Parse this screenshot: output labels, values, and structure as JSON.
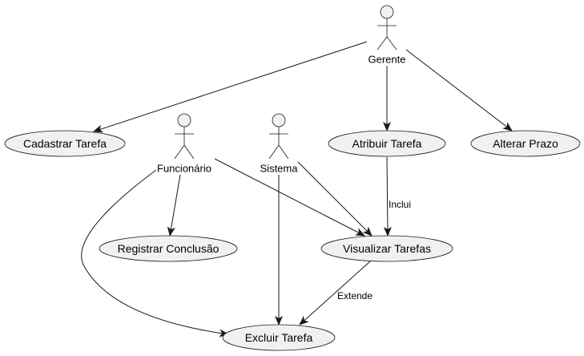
{
  "actors": {
    "gerente": "Gerente",
    "funcionario": "Funcionário",
    "sistema": "Sistema"
  },
  "use_cases": {
    "cadastrar": "Cadastrar Tarefa",
    "atribuir": "Atribuir Tarefa",
    "alterar": "Alterar Prazo",
    "registrar": "Registrar Conclusão",
    "visualizar": "Visualizar Tarefas",
    "excluir": "Excluir Tarefa"
  },
  "relations": {
    "inclui": "Inclui",
    "extende": "Extende"
  },
  "colors": {
    "use_case_fill": "#f1f1f1",
    "stroke": "#181818",
    "background": "#ffffff"
  }
}
